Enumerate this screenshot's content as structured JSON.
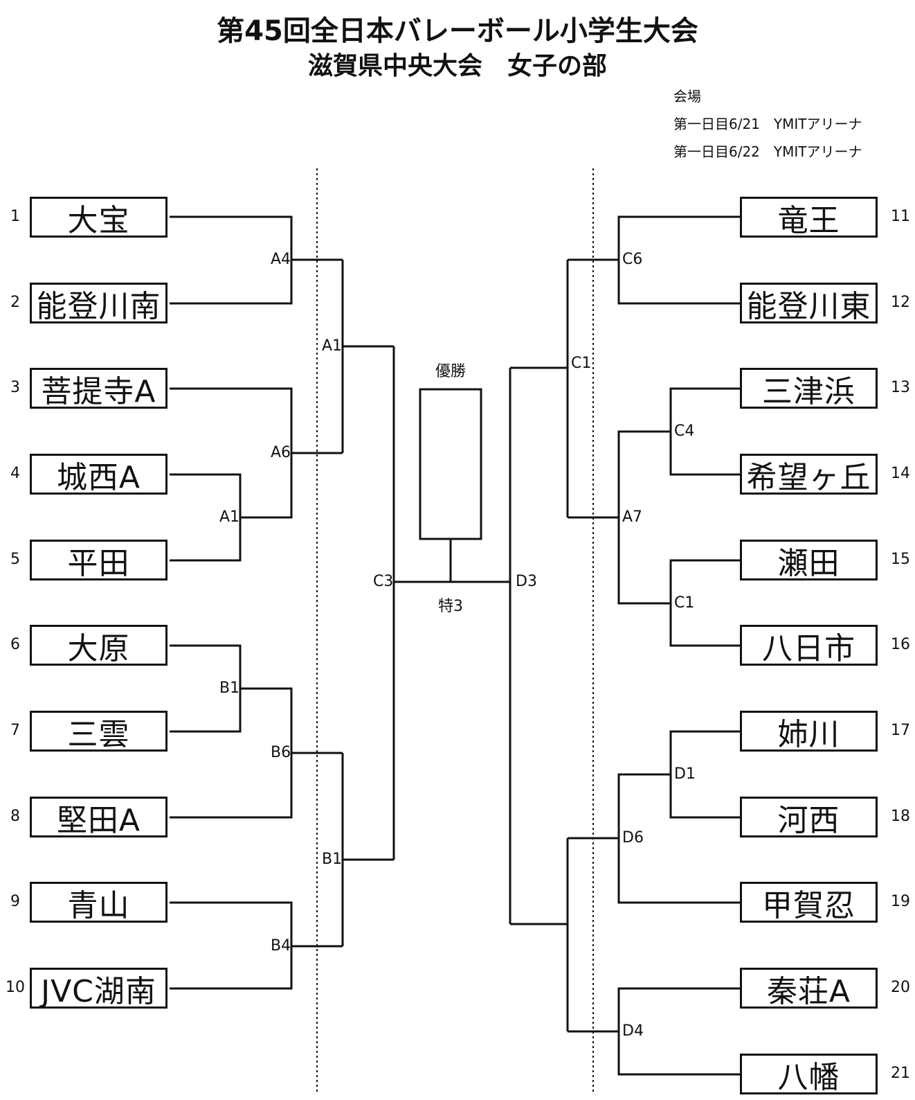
{
  "header": {
    "title": "第45回全日本バレーボール小学生大会",
    "subtitle": "滋賀県中央大会　女子の部",
    "venue_label": "会場",
    "venue_day1": "第一日目6/21　YMITアリーナ",
    "venue_day2": "第一日目6/22　YMITアリーナ"
  },
  "teams_left": [
    {
      "seed": "1",
      "name": "大宝"
    },
    {
      "seed": "2",
      "name": "能登川南"
    },
    {
      "seed": "3",
      "name": "菩提寺A"
    },
    {
      "seed": "4",
      "name": "城西A"
    },
    {
      "seed": "5",
      "name": "平田"
    },
    {
      "seed": "6",
      "name": "大原"
    },
    {
      "seed": "7",
      "name": "三雲"
    },
    {
      "seed": "8",
      "name": "堅田A"
    },
    {
      "seed": "9",
      "name": "青山"
    },
    {
      "seed": "10",
      "name": "JVC湖南"
    }
  ],
  "teams_right": [
    {
      "seed": "11",
      "name": "竜王"
    },
    {
      "seed": "12",
      "name": "能登川東"
    },
    {
      "seed": "13",
      "name": "三津浜"
    },
    {
      "seed": "14",
      "name": "希望ヶ丘"
    },
    {
      "seed": "15",
      "name": "瀬田"
    },
    {
      "seed": "16",
      "name": "八日市"
    },
    {
      "seed": "17",
      "name": "姉川"
    },
    {
      "seed": "18",
      "name": "河西"
    },
    {
      "seed": "19",
      "name": "甲賀忍"
    },
    {
      "seed": "20",
      "name": "秦荘A"
    },
    {
      "seed": "21",
      "name": "八幡"
    }
  ],
  "match_labels": {
    "l_a4": "A4",
    "l_a1_top": "A1",
    "l_a6": "A6",
    "l_a1_low": "A1",
    "l_b1_low": "B1",
    "l_b6": "B6",
    "l_b1_top": "B1",
    "l_b4": "B4",
    "l_c3": "C3",
    "r_c6": "C6",
    "r_c1_top": "C1",
    "r_c4": "C4",
    "r_a7": "A7",
    "r_c1_low": "C1",
    "r_d1": "D1",
    "r_d6": "D6",
    "r_d4": "D4",
    "r_d3": "D3"
  },
  "final": {
    "champion_label": "優勝",
    "match_label": "特3"
  }
}
